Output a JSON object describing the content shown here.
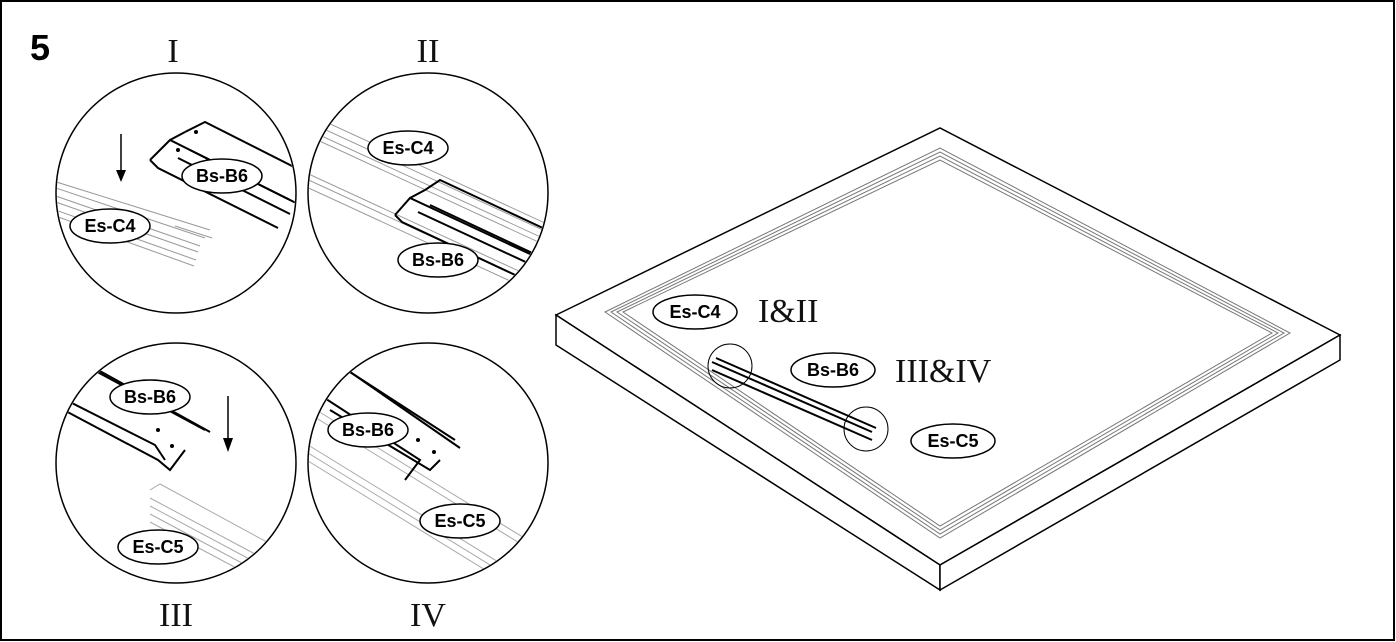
{
  "step_number": "5",
  "details": [
    {
      "numeral": "I",
      "labels": [
        "Bs-B6",
        "Es-C4"
      ]
    },
    {
      "numeral": "II",
      "labels": [
        "Es-C4",
        "Bs-B6"
      ]
    },
    {
      "numeral": "III",
      "labels": [
        "Bs-B6",
        "Es-C5"
      ]
    },
    {
      "numeral": "IV",
      "labels": [
        "Bs-B6",
        "Es-C5"
      ]
    }
  ],
  "overview": {
    "labels": [
      "Es-C4",
      "Bs-B6",
      "Es-C5"
    ],
    "callouts": [
      "I&II",
      "III&IV"
    ]
  }
}
